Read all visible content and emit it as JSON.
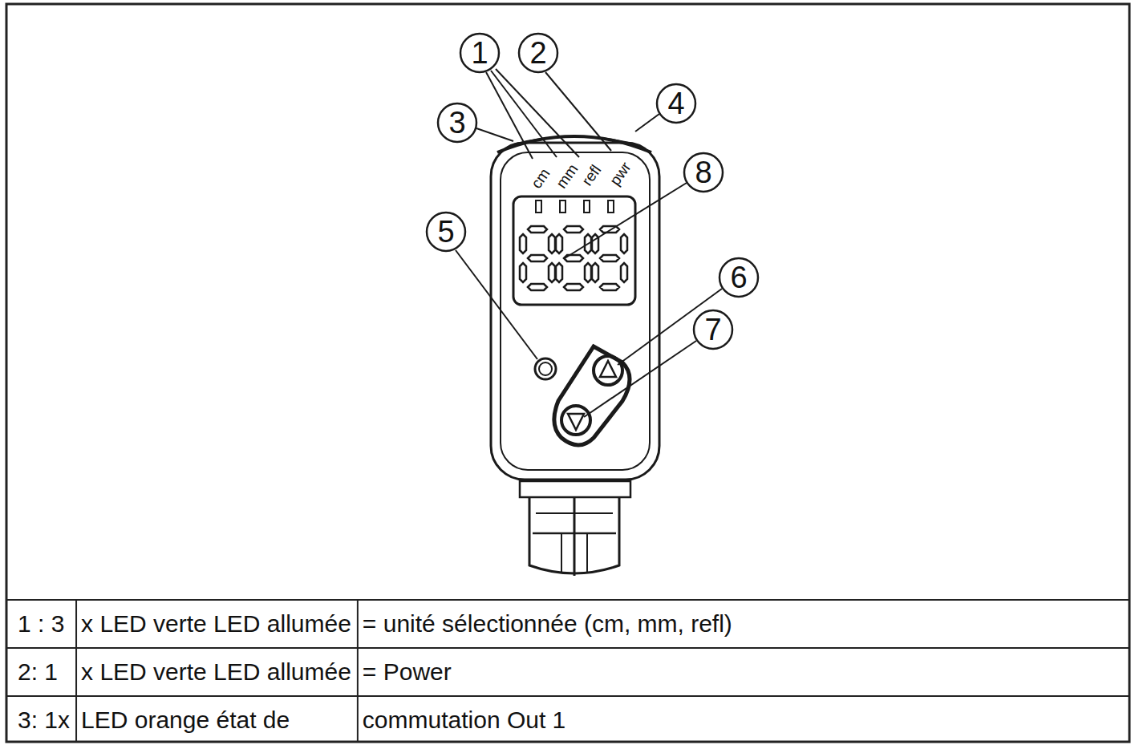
{
  "diagram": {
    "labels": [
      "1",
      "2",
      "3",
      "4",
      "5",
      "6",
      "7",
      "8",
      "cm",
      "mm",
      "refl",
      "pwr",
      "1 : 3",
      "x LED verte LED allumée",
      "= unité sélectionnée (cm, mm, refl)",
      "2: 1",
      "x LED verte LED allumée",
      "= Power",
      "3: 1x",
      "LED orange état de",
      "commutation Out 1"
    ]
  }
}
